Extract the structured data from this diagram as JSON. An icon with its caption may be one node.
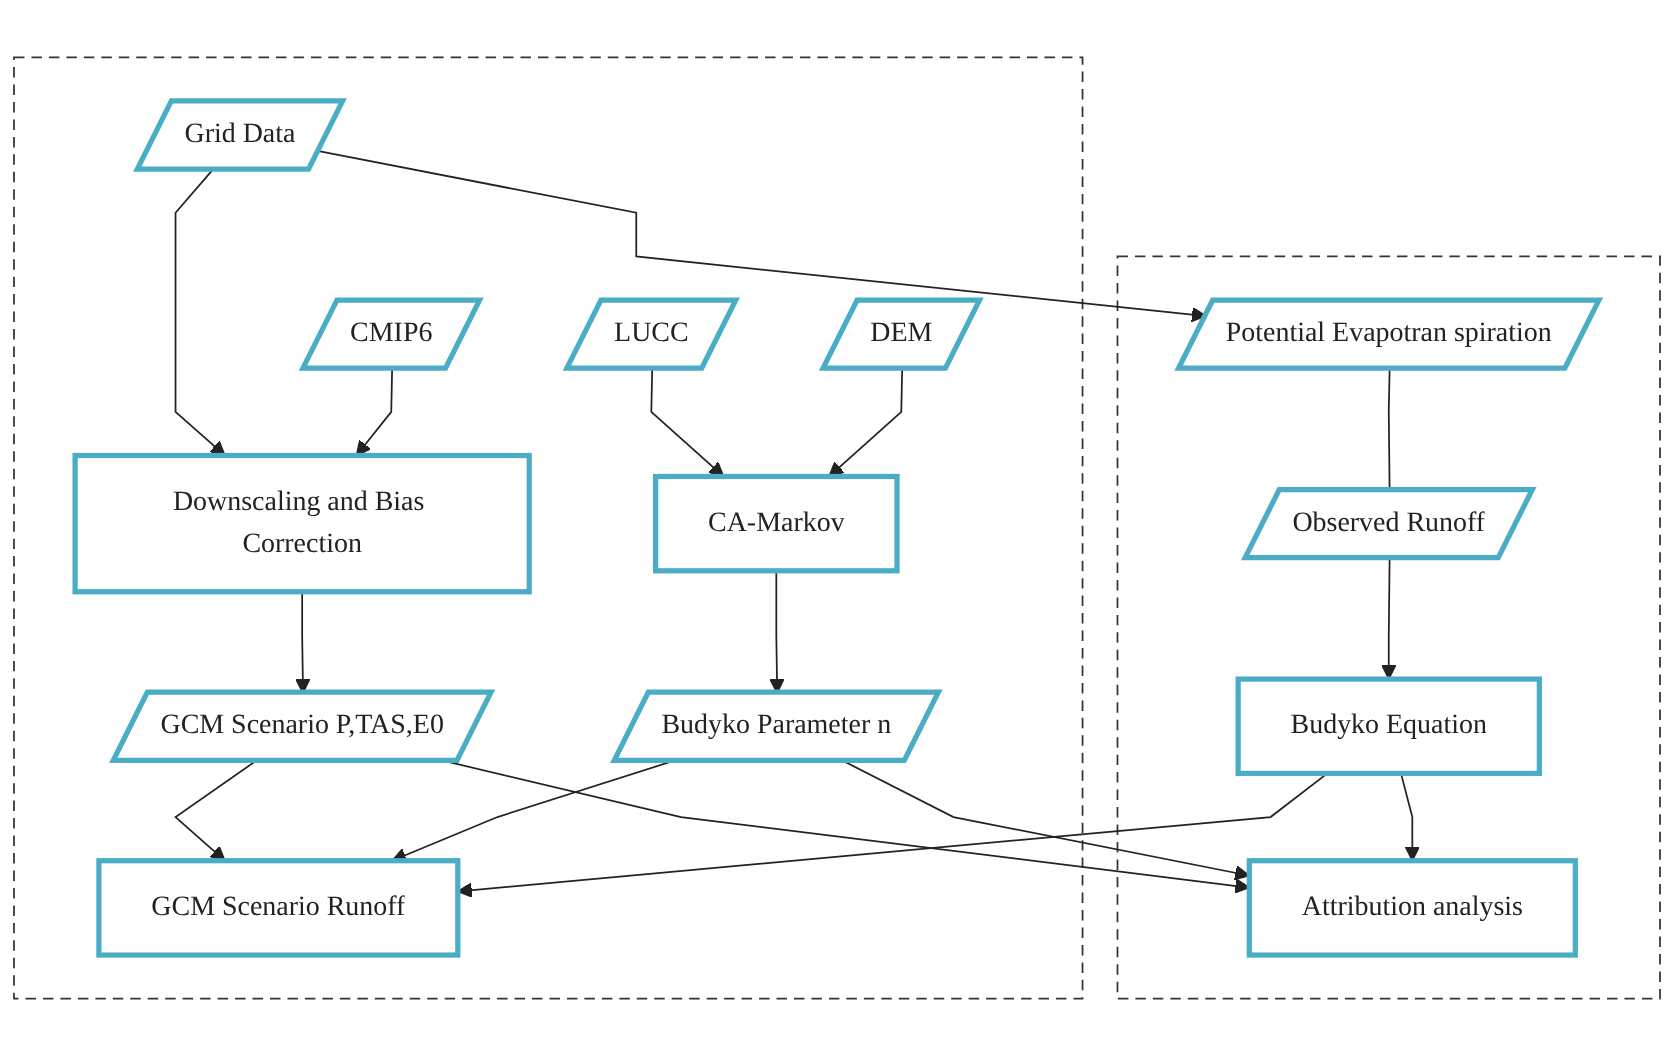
{
  "diagram": {
    "nodes": [
      {
        "text": [],
        "shape": "box"
      },
      {
        "text": [
          "Potential Evapotran spiration"
        ],
        "in": 0
      },
      {
        "text": [
          "Observed Runoff"
        ],
        "in": 0
      },
      {
        "text": [
          "Budyko Equation"
        ],
        "in": 0
      },
      {
        "text": [
          "Attribution analysis"
        ],
        "in": 0
      },
      {
        "text": [],
        "shape": "box"
      },
      {
        "text": [
          "Grid  Data"
        ],
        "in": 5
      },
      {
        "text": [
          "CMIP6"
        ],
        "in": 5
      },
      {
        "text": [
          "LUCC"
        ],
        "in": 5
      },
      {
        "text": [
          "DEM"
        ],
        "in": 5
      },
      {
        "text": [
          "Downscaling and Bias Correction"
        ],
        "in": 5
      },
      {
        "text": [
          "CA-Markov"
        ],
        "in": 5
      },
      {
        "text": [
          "GCM Scenario P,TAS,E0"
        ],
        "in": 5
      },
      {
        "text": [
          "Budyko Parameter n"
        ],
        "in": 5
      },
      {
        "text": [
          "GCM Scenario Runoff"
        ],
        "in": 5
      }
    ],
    "edges": [
      {
        "from": 6,
        "to": 1,
        "arrow": "to"
      },
      {
        "from": 1,
        "to": 2,
        "arrow": "none"
      },
      {
        "from": 2,
        "to": 3,
        "arrow": "to"
      },
      {
        "from": 6,
        "to": 10,
        "arrow": "to"
      },
      {
        "from": 7,
        "to": 10,
        "arrow": "to"
      },
      {
        "from": 8,
        "to": 11,
        "arrow": "to"
      },
      {
        "from": 9,
        "to": 11,
        "arrow": "to"
      },
      {
        "from": 10,
        "to": 12,
        "arrow": "to"
      },
      {
        "from": 11,
        "to": 13,
        "arrow": "to"
      },
      {
        "from": 3,
        "to": 4,
        "arrow": "to"
      },
      {
        "from": 3,
        "to": 14,
        "arrow": "to"
      },
      {
        "from": 12,
        "to": 4,
        "arrow": "to"
      },
      {
        "from": 12,
        "to": 14,
        "arrow": "to"
      },
      {
        "from": 13,
        "to": 4,
        "arrow": "to"
      },
      {
        "from": 13,
        "to": 14,
        "arrow": "to"
      }
    ]
  }
}
